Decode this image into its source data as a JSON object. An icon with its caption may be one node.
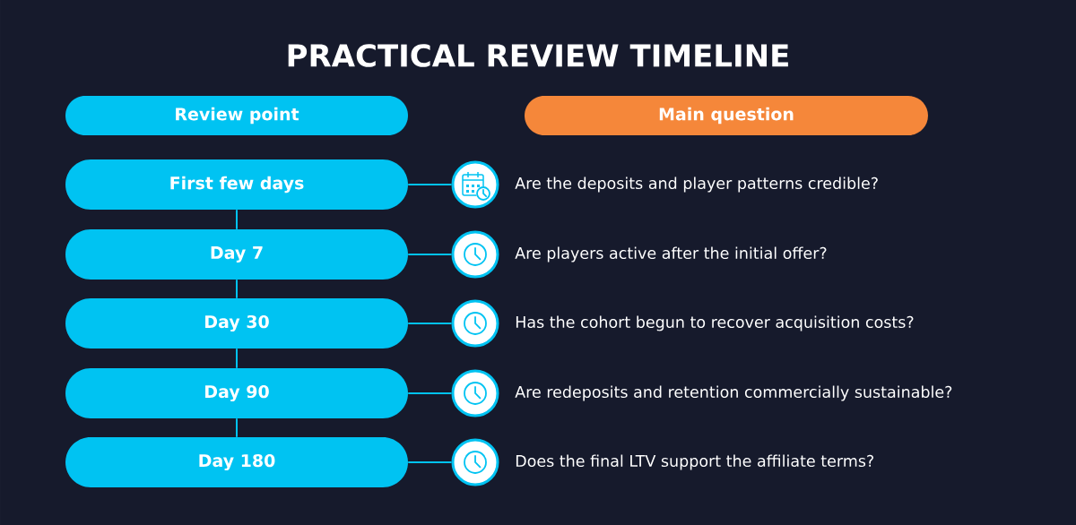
{
  "diagram": {
    "title": "PRACTICAL REVIEW TIMELINE",
    "nodes": [
      {
        "text": [
          "Review point"
        ]
      },
      {
        "text": [
          "Main question"
        ]
      },
      {
        "text": [
          "First few days"
        ]
      },
      {
        "text": [],
        "shape": "circle",
        "beside": [
          "Are the deposits and player patterns credible?"
        ]
      },
      {
        "text": [
          "Day 7"
        ]
      },
      {
        "text": [],
        "shape": "circle",
        "beside": [
          "Are players active after the initial offer?"
        ]
      },
      {
        "text": [
          "Day 30"
        ]
      },
      {
        "text": [],
        "shape": "circle",
        "beside": [
          "Has the cohort begun to recover acquisition costs?"
        ]
      },
      {
        "text": [
          "Day 90"
        ]
      },
      {
        "text": [],
        "shape": "circle",
        "beside": [
          "Are redeposits and retention commercially sustainable?"
        ]
      },
      {
        "text": [
          "Day 180"
        ]
      },
      {
        "text": [],
        "shape": "circle",
        "beside": [
          "Does the final LTV support the affiliate terms?"
        ]
      }
    ],
    "edges": [
      {
        "from": 2,
        "to": 3,
        "arrow": "none"
      },
      {
        "from": 4,
        "to": 5,
        "arrow": "none"
      },
      {
        "from": 6,
        "to": 7,
        "arrow": "none"
      },
      {
        "from": 8,
        "to": 9,
        "arrow": "none"
      },
      {
        "from": 10,
        "to": 11,
        "arrow": "none"
      },
      {
        "from": 2,
        "to": 4,
        "arrow": "none"
      },
      {
        "from": 4,
        "to": 6,
        "arrow": "none"
      },
      {
        "from": 6,
        "to": 8,
        "arrow": "none"
      },
      {
        "from": 8,
        "to": 10,
        "arrow": "none"
      }
    ]
  }
}
